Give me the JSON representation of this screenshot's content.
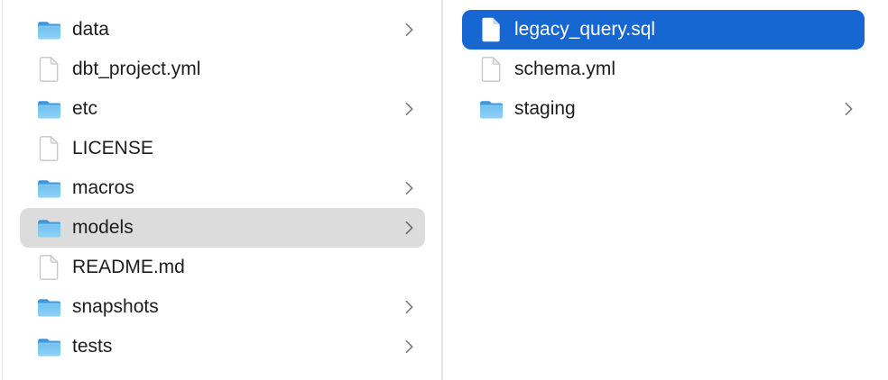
{
  "app": "finder-column-view",
  "colors": {
    "selection_blue": "#1667d2",
    "selection_gray": "#dcdcdc",
    "divider": "#e5e5e5",
    "text": "#1d1d1f",
    "text_selected": "#ffffff",
    "chevron": "#7d7d7d",
    "folder_tab": "#419be0",
    "folder_body_top": "#6fbdef",
    "folder_body_bottom": "#92d3f7",
    "file_border": "#c6c6c6"
  },
  "columns": [
    {
      "name": "parent-column",
      "items": [
        {
          "label": "data",
          "icon": "folder-icon",
          "chevron": true,
          "selected": false
        },
        {
          "label": "dbt_project.yml",
          "icon": "file-icon",
          "chevron": false,
          "selected": false
        },
        {
          "label": "etc",
          "icon": "folder-icon",
          "chevron": true,
          "selected": false
        },
        {
          "label": "LICENSE",
          "icon": "file-icon",
          "chevron": false,
          "selected": false
        },
        {
          "label": "macros",
          "icon": "folder-icon",
          "chevron": true,
          "selected": false
        },
        {
          "label": "models",
          "icon": "folder-icon",
          "chevron": true,
          "selected": true,
          "selection_style": "inactive-gray"
        },
        {
          "label": "README.md",
          "icon": "file-icon",
          "chevron": false,
          "selected": false
        },
        {
          "label": "snapshots",
          "icon": "folder-icon",
          "chevron": true,
          "selected": false
        },
        {
          "label": "tests",
          "icon": "folder-icon",
          "chevron": true,
          "selected": false
        }
      ]
    },
    {
      "name": "contents-column",
      "items": [
        {
          "label": "legacy_query.sql",
          "icon": "file-icon",
          "chevron": false,
          "selected": true,
          "selection_style": "active-blue"
        },
        {
          "label": "schema.yml",
          "icon": "file-icon",
          "chevron": false,
          "selected": false
        },
        {
          "label": "staging",
          "icon": "folder-icon",
          "chevron": true,
          "selected": false
        }
      ]
    }
  ]
}
